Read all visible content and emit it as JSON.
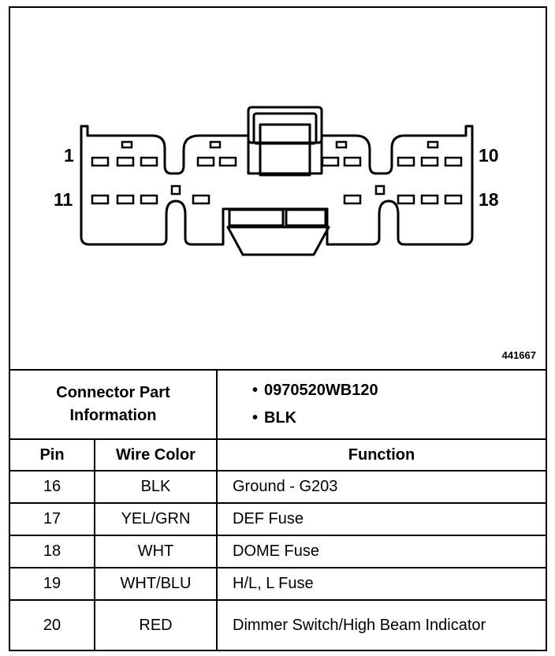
{
  "diagram": {
    "reference_number": "441667",
    "pin_labels": {
      "top_left": "1",
      "top_right": "10",
      "bottom_left": "11",
      "bottom_right": "18"
    }
  },
  "connector_info": {
    "label_line1": "Connector Part",
    "label_line2": "Information",
    "items": [
      "0970520WB120",
      "BLK"
    ]
  },
  "table": {
    "headers": {
      "pin": "Pin",
      "wire_color": "Wire Color",
      "function": "Function"
    },
    "rows": [
      {
        "pin": "16",
        "wire_color": "BLK",
        "function": "Ground - G203"
      },
      {
        "pin": "17",
        "wire_color": "YEL/GRN",
        "function": "DEF Fuse"
      },
      {
        "pin": "18",
        "wire_color": "WHT",
        "function": "DOME Fuse"
      },
      {
        "pin": "19",
        "wire_color": "WHT/BLU",
        "function": "H/L, L Fuse"
      },
      {
        "pin": "20",
        "wire_color": "RED",
        "function": "Dimmer Switch/High Beam Indicator"
      }
    ]
  }
}
